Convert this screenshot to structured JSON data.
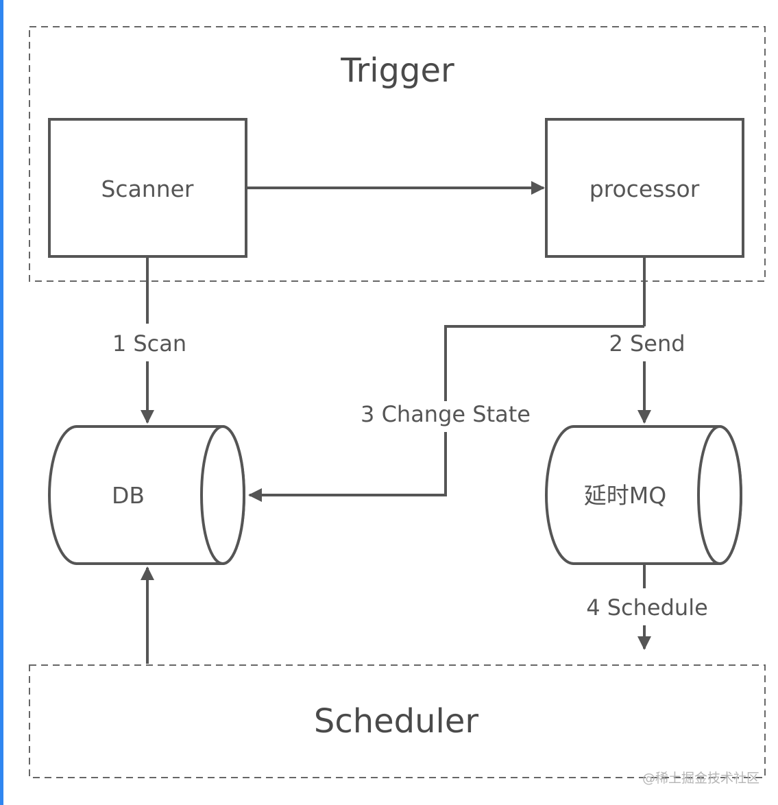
{
  "groups": {
    "trigger": "Trigger",
    "scheduler": "Scheduler"
  },
  "nodes": {
    "scanner": "Scanner",
    "processor": "processor",
    "db": "DB",
    "mq": "延时MQ"
  },
  "edges": {
    "scan": "1 Scan",
    "send": "2 Send",
    "change_state": "3 Change State",
    "schedule": "4 Schedule"
  },
  "watermark": "@稀土掘金技术社区",
  "colors": {
    "stroke": "#555555",
    "accent": "#2f86f0",
    "background": "#ffffff"
  }
}
